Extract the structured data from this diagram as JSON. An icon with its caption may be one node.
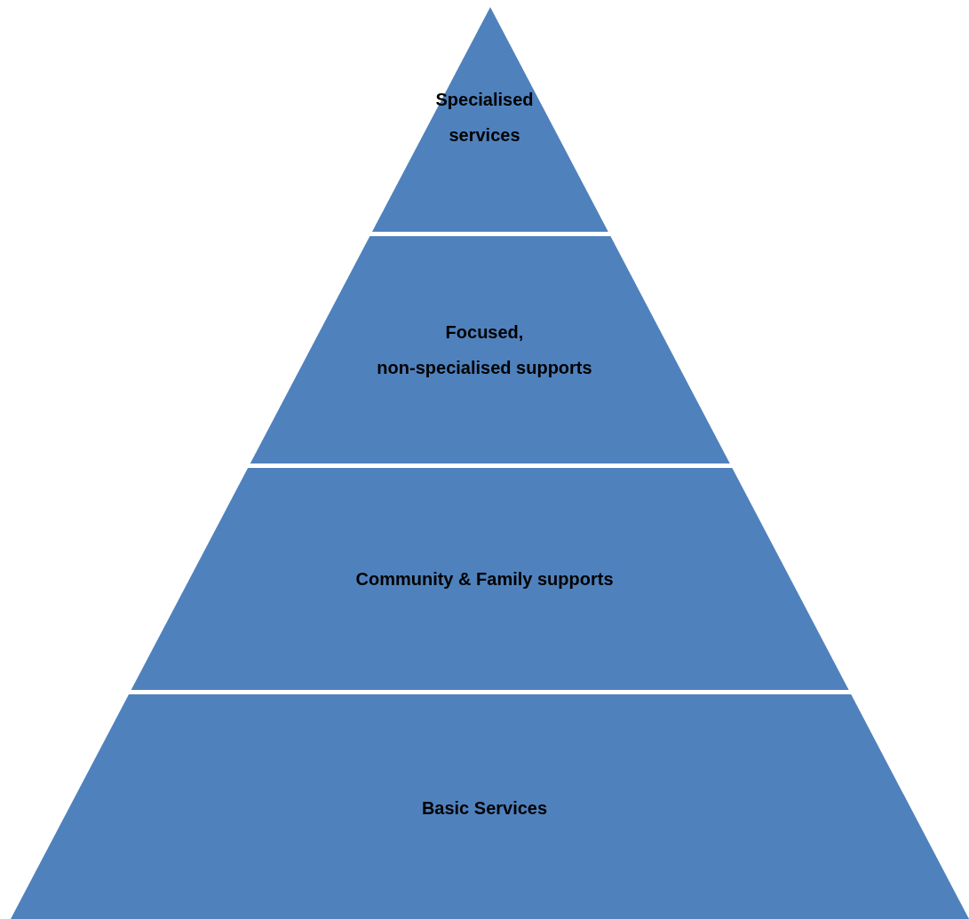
{
  "diagram": {
    "nodes": [
      {
        "text": [
          "Specialised services"
        ]
      },
      {
        "text": [
          "Focused,",
          "non-specialised supports"
        ]
      },
      {
        "text": [
          "Community & Family supports"
        ]
      },
      {
        "text": [
          "Basic Services"
        ]
      }
    ]
  }
}
